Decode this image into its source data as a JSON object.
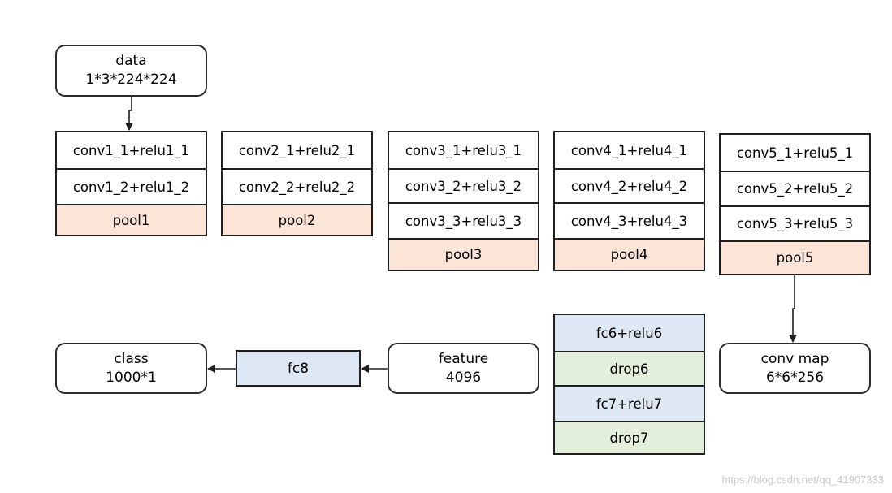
{
  "data_box": {
    "line1": "data",
    "line2": "1*3*224*224"
  },
  "blocks": [
    {
      "layers": [
        "conv1_1+relu1_1",
        "conv1_2+relu1_2"
      ],
      "pool": "pool1"
    },
    {
      "layers": [
        "conv2_1+relu2_1",
        "conv2_2+relu2_2"
      ],
      "pool": "pool2"
    },
    {
      "layers": [
        "conv3_1+relu3_1",
        "conv3_2+relu3_2",
        "conv3_3+relu3_3"
      ],
      "pool": "pool3"
    },
    {
      "layers": [
        "conv4_1+relu4_1",
        "conv4_2+relu4_2",
        "conv4_3+relu4_3"
      ],
      "pool": "pool4"
    },
    {
      "layers": [
        "conv5_1+relu5_1",
        "conv5_2+relu5_2",
        "conv5_3+relu5_3"
      ],
      "pool": "pool5"
    }
  ],
  "conv_map": {
    "line1": "conv map",
    "line2": "6*6*256"
  },
  "fc_stack": [
    "fc6+relu6",
    "drop6",
    "fc7+relu7",
    "drop7"
  ],
  "feature": {
    "line1": "feature",
    "line2": "4096"
  },
  "fc8": "fc8",
  "class_box": {
    "line1": "class",
    "line2": "1000*1"
  },
  "watermark": "https://blog.csdn.net/qq_41907333",
  "colors": {
    "pool": "#fce4d6",
    "fc": "#dde8f4",
    "drop": "#e3efda",
    "border": "#1f1f1f"
  }
}
